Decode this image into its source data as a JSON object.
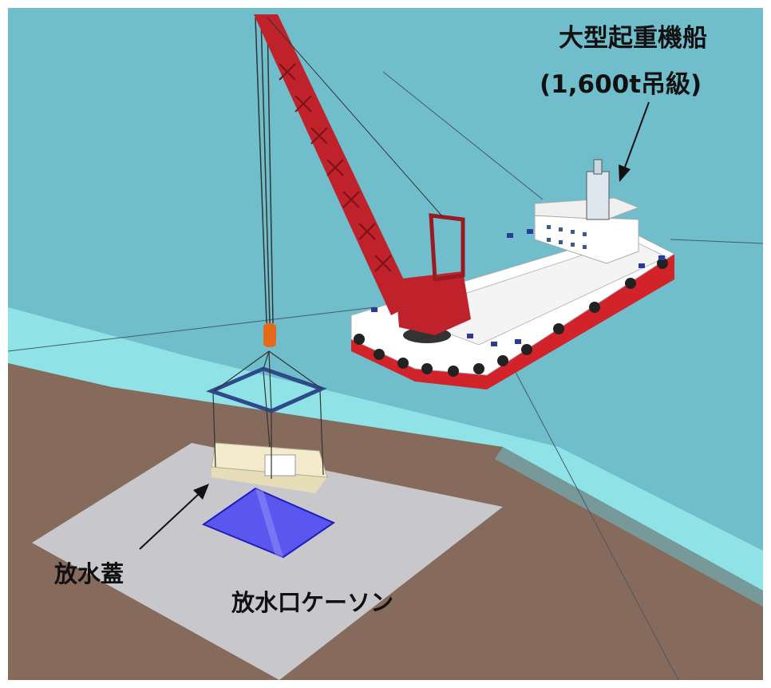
{
  "labels": {
    "crane_ship_name": "大型起重機船",
    "crane_ship_capacity": "(1,600t吊級)",
    "discharge_lid": "放水蓋",
    "discharge_caisson": "放水口ケーソン"
  },
  "colors": {
    "sea": "#70BECB",
    "shallow_water": "#8FE3E6",
    "seabed": "#866A5C",
    "caisson_slab": "#C8C8CC",
    "discharge_opening": "#5A57F0",
    "crane_boom": "#C0222B",
    "ship_hull": "#FFFFFF",
    "hull_stripe": "#D2232A",
    "lifting_frame": "#2E4A8A",
    "lid": "#F3EBCB",
    "arrow": "#111111"
  },
  "icons": [
    "crane-ship-illustration",
    "lifting-frame",
    "discharge-lid",
    "caisson-opening",
    "arrow"
  ]
}
